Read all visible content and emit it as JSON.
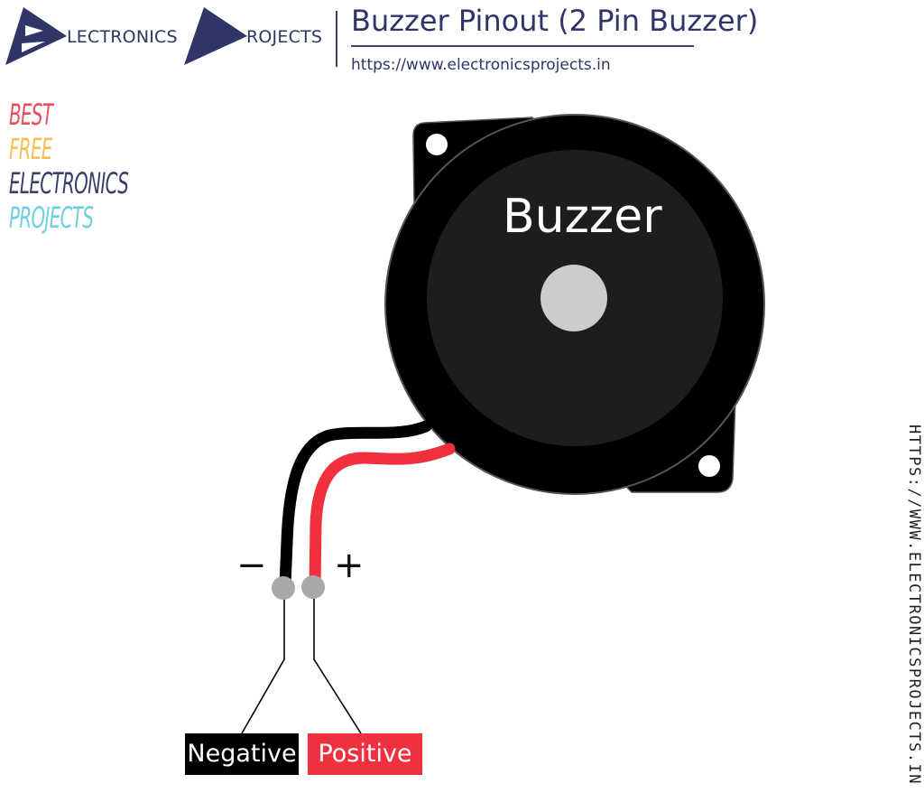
{
  "header": {
    "logo_word_1": "LECTRONICS",
    "logo_word_2": "ROJECTS",
    "title": "Buzzer Pinout (2 Pin Buzzer)",
    "url": "https://www.electronicsprojects.in"
  },
  "tagline": {
    "words": [
      "BEST",
      "FREE",
      "ELECTRONICS",
      "PROJECTS"
    ],
    "colors": [
      "#e94e5f",
      "#f4c055",
      "#3b3e6a",
      "#6fcfe0"
    ]
  },
  "side_url": "HTTPS://WWW.ELECTRONICSPROJECTS.IN",
  "diagram": {
    "component_label": "Buzzer",
    "negative_sign": "−",
    "positive_sign": "+",
    "pins": [
      {
        "label": "Negative",
        "color": "#000000"
      },
      {
        "label": "Positive",
        "color": "#ee303f"
      }
    ]
  },
  "colors": {
    "brand_navy": "#2f3566",
    "wire_red": "#f0303c",
    "wire_black": "#000000",
    "buzzer_body": "#000000",
    "buzzer_face": "#1d1d1d",
    "buzzer_center": "#cccccc"
  }
}
